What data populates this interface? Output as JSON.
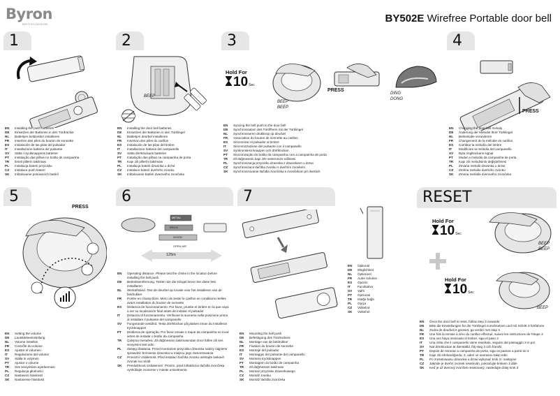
{
  "brand": {
    "name": "Byron",
    "tagline": "BRITISH DESIGN"
  },
  "title": {
    "model": "BY502E",
    "text": "Wirefree Portable door bell"
  },
  "panels": {
    "p1": {
      "num": "1",
      "langs": [
        [
          "EN",
          "Installing the push batteries"
        ],
        [
          "DE",
          "Einsetzen der Batterien in den Türdrücker"
        ],
        [
          "NL",
          "Batterijen beldrukker installeren"
        ],
        [
          "FR",
          "Insertion des piles du bouton de sonnette"
        ],
        [
          "ES",
          "Instalación de las pilas del pulsador"
        ],
        [
          "IT",
          "Installazione batterie del pulsante"
        ],
        [
          "SV",
          "Sätta i tryckknappens batterier"
        ],
        [
          "PT",
          "Instalação das pilhas no botão de campainha"
        ],
        [
          "TR",
          "Itmeli pillerin takılması"
        ],
        [
          "PL",
          "Instalacja baterii przycisku"
        ],
        [
          "CZ",
          "Instalace push baterií"
        ],
        [
          "SK",
          "Inštalovanie posúvacích batérií"
        ]
      ]
    },
    "p2": {
      "num": "2",
      "beep": "BEEP",
      "langs": [
        [
          "EN",
          "Installing the door bell batteries"
        ],
        [
          "DE",
          "Einsetzen der Batterien in den Türklingel"
        ],
        [
          "NL",
          "Batterijen deurbel installeren"
        ],
        [
          "FR",
          "Insertion des piles du carillon"
        ],
        [
          "ES",
          "Instalación de las pilas del timbre"
        ],
        [
          "IT",
          "Installazione batterie del campanello"
        ],
        [
          "SV",
          "Sätta dörrklockans batterier"
        ],
        [
          "PT",
          "Instalação das pilhas na campainha de porta"
        ],
        [
          "TR",
          "Kapı zili pillerini takılması"
        ],
        [
          "PL",
          "Instalacja baterii dzwonka u drzwi"
        ],
        [
          "CZ",
          "Instalace baterií dveřního zvonku"
        ],
        [
          "SK",
          "Inštalovanie batérií dverového zvončeka"
        ]
      ]
    },
    "p3": {
      "num": "3",
      "hold": "Hold For",
      "hold_num": "10",
      "hold_sec": "Sec",
      "beep1": "BEEP",
      "beep2": "BEEP",
      "press": "PRESS",
      "ding": "DING",
      "dong": "DONG",
      "langs": [
        [
          "EN",
          "Syncing the bell push to the door bell"
        ],
        [
          "DE",
          "Synchronisation des Türöffners mit der Türklingel"
        ],
        [
          "NL",
          "Synchroniseren drukknop op deurbel"
        ],
        [
          "FR",
          "Association du bouton de sonnette au carillon"
        ],
        [
          "ES",
          "Sincronizar el pulsador al timbre"
        ],
        [
          "IT",
          "Sincronizzazione del pulsante con il campanello"
        ],
        [
          "SV",
          "Synkronisera knappen och dörrklockan"
        ],
        [
          "PT",
          "Sincronização do botão da campainha com a campainha de porta"
        ],
        [
          "TR",
          "Zil düğmesinin kapı zile senkronize edilmesi"
        ],
        [
          "PL",
          "Synchronizacja przycisku dzwonka z dzwonkiem u drzwi"
        ],
        [
          "CZ",
          "Synchronizace tlačítka zvonku s dveřním zvonkem"
        ],
        [
          "SK",
          "Synchronizovanie tlačidla zvončeka s zvončekom pri dverách"
        ]
      ]
    },
    "p4": {
      "num": "4",
      "press": "PRESS",
      "langs": [
        [
          "EN",
          "Changing the door bell melody"
        ],
        [
          "DE",
          "Änderung der Melodie Ihrer Türklingel"
        ],
        [
          "NL",
          "Belmelodie veranderen"
        ],
        [
          "FR",
          "Changement de la mélodie du carillon"
        ],
        [
          "ES",
          "Cambiar la melodía del timbre"
        ],
        [
          "IT",
          "Modificare la melodia del campanello"
        ],
        [
          "SV",
          "Byta ringklockans signal"
        ],
        [
          "PT",
          "Mudar a melodia da campainha de porta"
        ],
        [
          "TR",
          "Kapı zili melodisinin değiştirilmesi"
        ],
        [
          "PL",
          "Zmiana melodii dzwonka u drzwi"
        ],
        [
          "CZ",
          "Změna melodie dveřního zvonku"
        ],
        [
          "SK",
          "Zmena melódie dverového zvončeka"
        ]
      ]
    },
    "p5": {
      "num": "5",
      "press": "PRESS",
      "langs": [
        [
          "EN",
          "Setting the volume"
        ],
        [
          "DE",
          "Lautstärkeeinstellung"
        ],
        [
          "NL",
          "Volume instellen"
        ],
        [
          "FR",
          "Contrôle du volume"
        ],
        [
          "ES",
          "Ajustar el volumen"
        ],
        [
          "IT",
          "Regolazione del volume"
        ],
        [
          "SV",
          "Ställa in volymen"
        ],
        [
          "PT",
          "Ajustar o volume"
        ],
        [
          "TR",
          "Ses seviyesinin ayarlanması"
        ],
        [
          "PL",
          "Regulacja głośności"
        ],
        [
          "CZ",
          "Nastavení hlasitosti"
        ],
        [
          "SK",
          "Nastavenie hlasitosti"
        ]
      ]
    },
    "p6": {
      "num": "6",
      "bar1": "METAL",
      "bar2": "BRICK",
      "bar3": "WOOD",
      "open_air": "OPEN AIR",
      "range": "125m",
      "langs": [
        [
          "EN",
          "Operating distance. Please test the chime in the location before installing the bell push"
        ],
        [
          "DE",
          "Betriebsentfernung. Testen Sie die Klingel bevor Sie diese fest installieren"
        ],
        [
          "NL",
          "Werkafstand. Test de deurbel op locatie voor het installeren van de beldrukker"
        ],
        [
          "FR",
          "Portée en champ libre. Merci de tester le carillon en conditions réelles avant installation du bouton de sonnette"
        ],
        [
          "ES",
          "Distancia de funcionamiento. Por favor, pruebe el timbre en la que vaya a ser su localización final antes de instalar el pulsador"
        ],
        [
          "IT",
          "Distanza di funzionamento. Verificare la suoneria nella posizione prima di installare il pulsante del campanello"
        ],
        [
          "SV",
          "Fungerande avstånd. Testa dörrklockan på platsen innan du installerar tryckknappen"
        ],
        [
          "PT",
          "Distância de operação. Por favor ensaie o toque da campainha no local antes de instalar o botão da campainha"
        ],
        [
          "TR",
          "Çalışma mesafesi. Zil düğmesinin takılmasından önce lütfen zili ses seviyesini test edin"
        ],
        [
          "PL",
          "Zasięg działania. Przed montażem przycisku dzwonka należy najpierw sprawdzić brzmienie dzwonka w miejscu jego zamontowania"
        ],
        [
          "CZ",
          "Provozní vzdálenost. Před instalací tlačítka zvonku otestujte laskavě zvonek na místě"
        ],
        [
          "SK",
          "Prevádzková vzdialenosť. Prosím, pred inštaláciou tlačidla zvončeka vyskúšajte zvonenie v mieste umiestnenia"
        ]
      ]
    },
    "p7": {
      "num": "7",
      "langs": [
        [
          "EN",
          "Mounting the bell push"
        ],
        [
          "DE",
          "Befestigung des Türdrückers"
        ],
        [
          "NL",
          "Montage van de beldrukker"
        ],
        [
          "FR",
          "Fixation du bouton de sonnette"
        ],
        [
          "ES",
          "Montaje del pulsador"
        ],
        [
          "IT",
          "Montaggio del pulsante del campanello"
        ],
        [
          "SV",
          "Montera tryckknappen"
        ],
        [
          "PT",
          "Montagem do botão de campainha"
        ],
        [
          "TR",
          "Zil düğmesinin takılması"
        ],
        [
          "PL",
          "Montaż przycisku dzwonkowego"
        ],
        [
          "CZ",
          "Montáž zvonku"
        ],
        [
          "SK",
          "Montáž tlačidla zvončeka"
        ]
      ],
      "optional": [
        [
          "EN",
          "Optional"
        ],
        [
          "DE",
          "Möglichkeit"
        ],
        [
          "NL",
          "Optioneel"
        ],
        [
          "FR",
          "Autre solution"
        ],
        [
          "ES",
          "Opción"
        ],
        [
          "IT",
          "Facoltativo"
        ],
        [
          "SV",
          "Valfri"
        ],
        [
          "PT",
          "Opcional"
        ],
        [
          "TR",
          "Isteğe bağlı"
        ],
        [
          "PL",
          "Opcja"
        ],
        [
          "CZ",
          "Volitelná"
        ],
        [
          "SK",
          "Voliteľné"
        ]
      ]
    },
    "reset": {
      "title": "RESET",
      "hold": "Hold For",
      "hold_num": "10",
      "hold_sec": "Sec",
      "beep1": "BEEP",
      "beep2": "BEEP",
      "beep3": "BEEP",
      "langs": [
        [
          "EN",
          "Once the door bell is reset, follow step 3 onwards"
        ],
        [
          "DE",
          "Bitte die Einstellungen für die Türklingel zurücksetzen und mit Schritt 3 fortfahren"
        ],
        [
          "NL",
          "Zodra de deurbel is gereset, ga verder met stap 3"
        ],
        [
          "FR",
          "Une fois la remise à zéro du carillon effectué, suivez les instructions de l'étape 3"
        ],
        [
          "ES",
          "Una vez haya reiniciado el timbre, siga el paso 3"
        ],
        [
          "IT",
          "Una volta che il campanello viene resettato, seguire dal passaggio 3 in poi"
        ],
        [
          "SV",
          "När dörrklockan är återställd, följ steg 3 och framåt"
        ],
        [
          "PT",
          "Depois de reiniciar a campainha de porta, siga os passos a partir do 3"
        ],
        [
          "TR",
          "Kapı zili sıfırlandığında, 3. adım ve sonrasını takip edin"
        ],
        [
          "PL",
          "Po zresetowaniu dzwonka u drzwi wykonać krok 3 i następne"
        ],
        [
          "CZ",
          "Jakmile je dveřní zvonek resetován, pokračujte krokem 3 dále"
        ],
        [
          "SK",
          "Keď je už dverový zvonček resetovaný, nasledujte ďalej krok 3"
        ]
      ]
    }
  }
}
